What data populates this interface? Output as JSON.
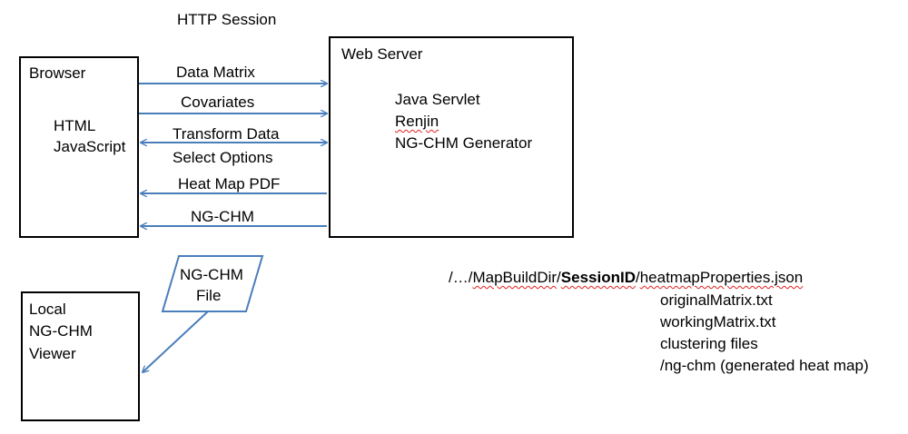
{
  "title": "HTTP Session",
  "browser": {
    "label": "Browser",
    "tech": [
      "HTML",
      "JavaScript"
    ]
  },
  "web_server": {
    "label": "Web Server",
    "components": [
      "Java Servlet",
      "Renjin",
      "NG-CHM Generator"
    ]
  },
  "arrows": [
    {
      "label": "Data Matrix",
      "direction": "to-server"
    },
    {
      "label": "Covariates",
      "direction": "to-server"
    },
    {
      "label": "Transform Data",
      "direction": "both"
    },
    {
      "label": "Select Options",
      "direction": "none"
    },
    {
      "label": "Heat Map PDF",
      "direction": "to-browser"
    },
    {
      "label": "NG-CHM",
      "direction": "to-browser"
    }
  ],
  "file": {
    "lines": [
      "NG-CHM",
      "File"
    ]
  },
  "local_viewer": {
    "lines": [
      "Local",
      "NG-CHM",
      "Viewer"
    ]
  },
  "path": {
    "prefix": "/…/",
    "dir": "MapBuildDir",
    "sep1": "/",
    "session": "SessionID",
    "sep2": "/",
    "file": "heatmapProperties.json",
    "files": [
      "originalMatrix.txt",
      "workingMatrix.txt",
      "clustering files",
      "/ng-chm (generated heat map)"
    ]
  },
  "colors": {
    "arrow": "#4a7ebb",
    "box": "#000000",
    "spellcheck": "#e02020"
  }
}
